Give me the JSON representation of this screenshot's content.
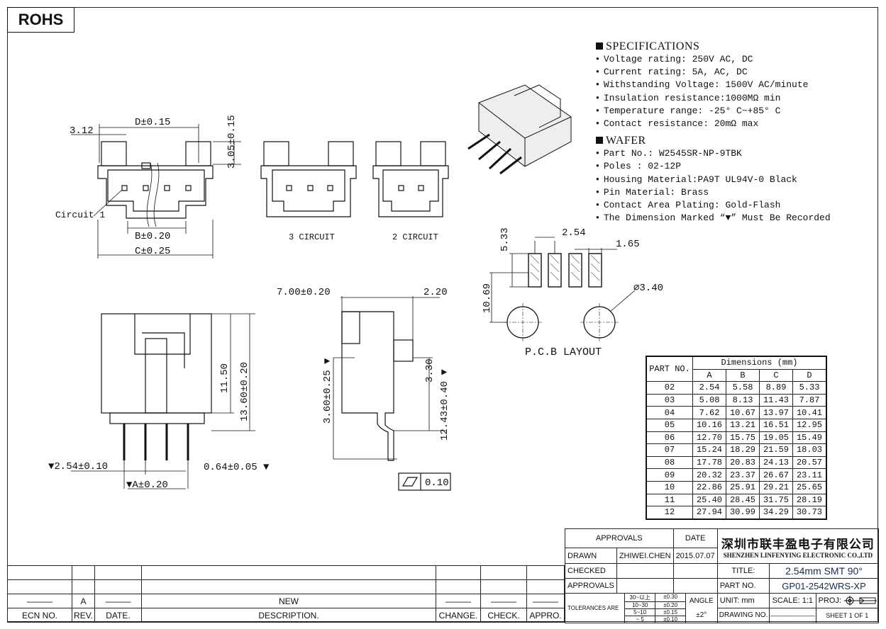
{
  "badge": "ROHS",
  "specifications": {
    "heading": "SPECIFICATIONS",
    "items": [
      "Voltage rating: 250V AC, DC",
      "Current rating: 5A, AC, DC",
      "Withstanding Voltage: 1500V AC/minute",
      "Insulation resistance:1000MΩ min",
      "Temperature range: -25° C~+85° C",
      "Contact resistance: 20mΩ max"
    ]
  },
  "wafer": {
    "heading": "WAFER",
    "items": [
      "Part No.: W2545SR-NP-9TBK",
      "Poles : 02-12P",
      "Housing Material:PA9T UL94V-0 Black",
      "Pin Material: Brass",
      "Contact Area Plating: Gold-Flash",
      "The Dimension Marked “▼” Must Be Recorded"
    ]
  },
  "front_view": {
    "dim_d": "D±0.15",
    "dim_312": "3.12",
    "dim_305": "3.05±0.15",
    "dim_b": "B±0.20",
    "dim_c": "C±0.25",
    "circuit1": "Circuit 1"
  },
  "variants": {
    "three": "3 CIRCUIT",
    "two": "2 CIRCUIT"
  },
  "side_view": {
    "dim_1150": "11.50",
    "dim_1360": "13.60±0.20",
    "dim_254": "▼2.54±0.10",
    "dim_064": "0.64±0.05 ▼",
    "dim_a": "▼A±0.20"
  },
  "profile_view": {
    "dim_700": "7.00±0.20",
    "dim_220": "2.20",
    "dim_360": "3.60±0.25 ▼",
    "dim_330": "3.30",
    "dim_1243": "12.43±0.40 ▼",
    "flatness": "0.10"
  },
  "pcb": {
    "dim_533": "5.33",
    "dim_254": "2.54",
    "dim_165": "1.65",
    "dim_1069": "10.69",
    "dim_340": "⌀3.40",
    "label": "P.C.B  LAYOUT"
  },
  "dim_table": {
    "header_part": "PART NO.",
    "header_dims": "Dimensions (mm)",
    "cols": [
      "A",
      "B",
      "C",
      "D"
    ],
    "rows": [
      [
        "02",
        "2.54",
        "5.58",
        "8.89",
        "5.33"
      ],
      [
        "03",
        "5.08",
        "8.13",
        "11.43",
        "7.87"
      ],
      [
        "04",
        "7.62",
        "10.67",
        "13.97",
        "10.41"
      ],
      [
        "05",
        "10.16",
        "13.21",
        "16.51",
        "12.95"
      ],
      [
        "06",
        "12.70",
        "15.75",
        "19.05",
        "15.49"
      ],
      [
        "07",
        "15.24",
        "18.29",
        "21.59",
        "18.03"
      ],
      [
        "08",
        "17.78",
        "20.83",
        "24.13",
        "20.57"
      ],
      [
        "09",
        "20.32",
        "23.37",
        "26.67",
        "23.11"
      ],
      [
        "10",
        "22.86",
        "25.91",
        "29.21",
        "25.65"
      ],
      [
        "11",
        "25.40",
        "28.45",
        "31.75",
        "28.19"
      ],
      [
        "12",
        "27.94",
        "30.99",
        "34.29",
        "30.73"
      ]
    ]
  },
  "title_block": {
    "approvals": "APPROVALS",
    "date": "DATE",
    "drawn": "DRAWN",
    "drawn_by": "ZHIWEI.CHEN",
    "drawn_date": "2015.07.07",
    "checked": "CHECKED",
    "approvals2": "APPROVALS",
    "company_cn": "深圳市联丰盈电子有限公司",
    "company_en": "SHENZHEN LINFENYING ELECTRONIC CO.,LTD",
    "title_label": "TITLE:",
    "title": "2.54mm SMT 90°",
    "part_label": "PART NO.",
    "part_no": "GP01-2542WRS-XP",
    "tolerances": "TOLERANCES ARE",
    "tol_rows": [
      [
        "30~以上",
        "±0.30"
      ],
      [
        "10~30",
        "±0.20"
      ],
      [
        "5~10",
        "±0.15"
      ],
      [
        "~ 5",
        "±0.10"
      ]
    ],
    "angle": "ANGLE",
    "angle_tol": "±2°",
    "unit": "UNIT:  mm",
    "scale": "SCALE:   1:1",
    "proj": "PROJ:",
    "drawing_no": "DRAWING  NO.",
    "drawing_no_value": "———————",
    "sheet": "SHEET   1  OF  1"
  },
  "revision": {
    "row": [
      "———",
      "A",
      "———",
      "NEW",
      "———",
      "———",
      "———"
    ],
    "headers": [
      "ECN  NO.",
      "REV.",
      "DATE.",
      "DESCRIPTION.",
      "CHANGE.",
      "CHECK.",
      "APPRO."
    ]
  }
}
